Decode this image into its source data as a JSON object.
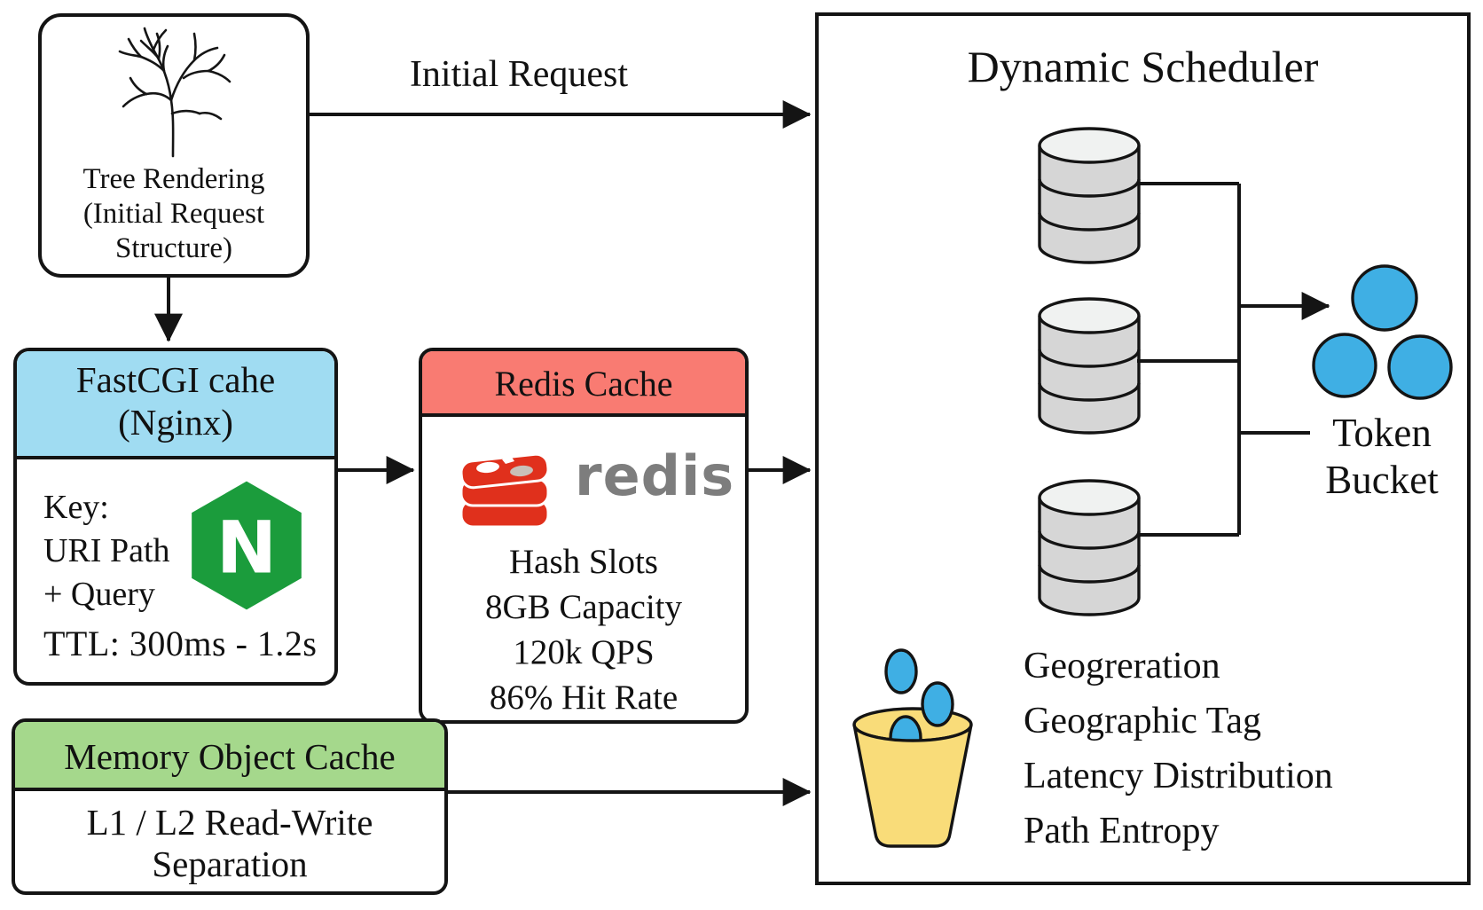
{
  "tree_box": {
    "line1": "Tree Rendering",
    "line2": "(Initial Request",
    "line3": "Structure)"
  },
  "initial_request_label": "Initial Request",
  "fastcgi": {
    "title_line1": "FastCGI cahe",
    "title_line2": "(Nginx)",
    "key_line1": "Key:",
    "key_line2": "URI Path",
    "key_line3": "+ Query",
    "ttl": "TTL: 300ms - 1.2s",
    "nginx_letter": "N"
  },
  "redis": {
    "title": "Redis Cache",
    "wordmark": "redis",
    "stats": [
      "Hash Slots",
      "8GB Capacity",
      "120k QPS",
      "86% Hit Rate"
    ]
  },
  "memory": {
    "title": "Memory Object Cache",
    "body_line1": "L1 / L2 Read-Write",
    "body_line2": "Separation"
  },
  "scheduler": {
    "title": "Dynamic Scheduler",
    "token_line1": "Token",
    "token_line2": "Bucket",
    "features": [
      "Geogreration",
      "Geographic Tag",
      "Latency Distribution",
      "Path Entropy"
    ]
  },
  "colors": {
    "outline_black": "#141414",
    "fastcgi_header": "#a0dcf2",
    "redis_header": "#f97b72",
    "memory_header": "#a5d88c",
    "nginx_green": "#1b9c3c",
    "redis_red": "#e0301c",
    "wordmark_gray": "#7d7d7d",
    "token_blue": "#3fafe4",
    "bucket_yellow": "#f9dc79",
    "cylinder_gray": "#d6d6d6"
  }
}
